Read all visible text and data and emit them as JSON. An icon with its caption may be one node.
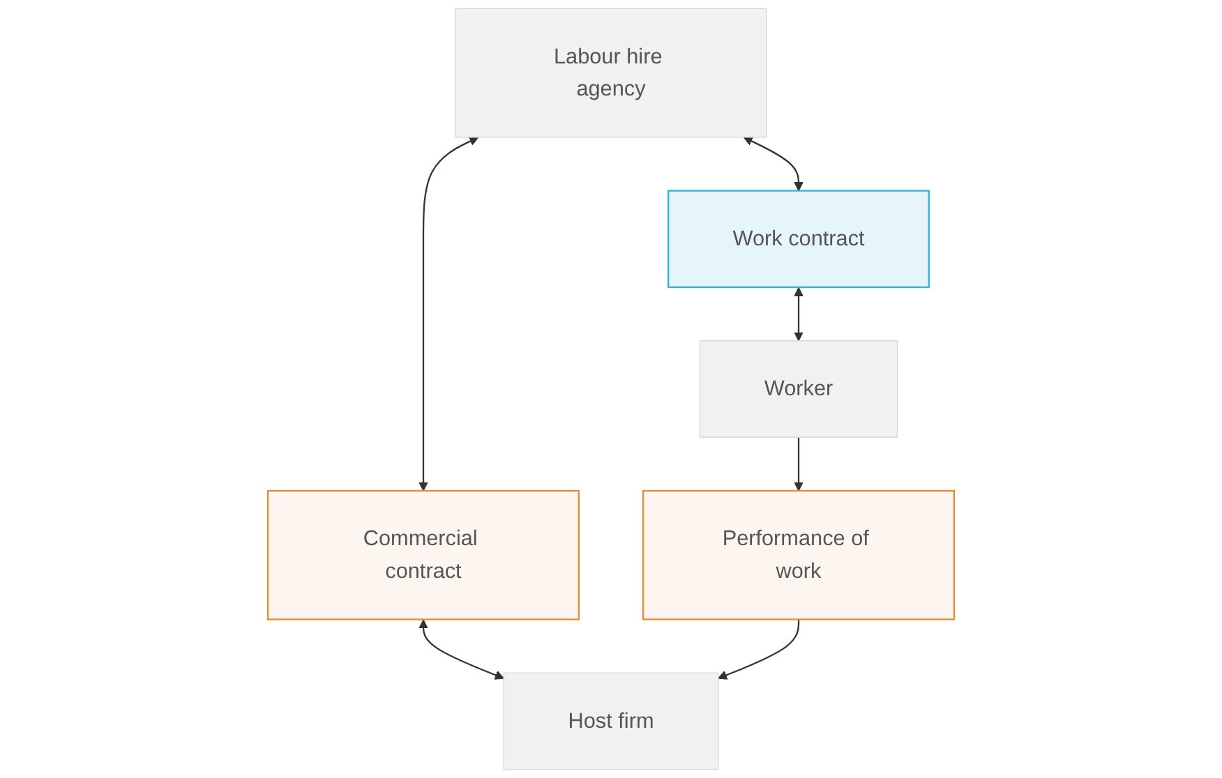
{
  "diagram": {
    "nodes": [
      {
        "text": [
          "Labour hire agency"
        ]
      },
      {
        "text": [
          "Work contract"
        ]
      },
      {
        "text": [
          "Commercial contract"
        ]
      },
      {
        "text": [
          "Worker"
        ]
      },
      {
        "text": [
          "Performance of work"
        ]
      },
      {
        "text": [
          "Host firm"
        ]
      }
    ],
    "edges": [
      {
        "from": 0,
        "to": 1,
        "arrow": "both"
      },
      {
        "from": 0,
        "to": 2,
        "arrow": "both"
      },
      {
        "from": 1,
        "to": 3,
        "arrow": "both"
      },
      {
        "from": 2,
        "to": 5,
        "arrow": "both"
      },
      {
        "from": 3,
        "to": 4,
        "arrow": "to"
      },
      {
        "from": 4,
        "to": 5,
        "arrow": "to"
      }
    ]
  }
}
